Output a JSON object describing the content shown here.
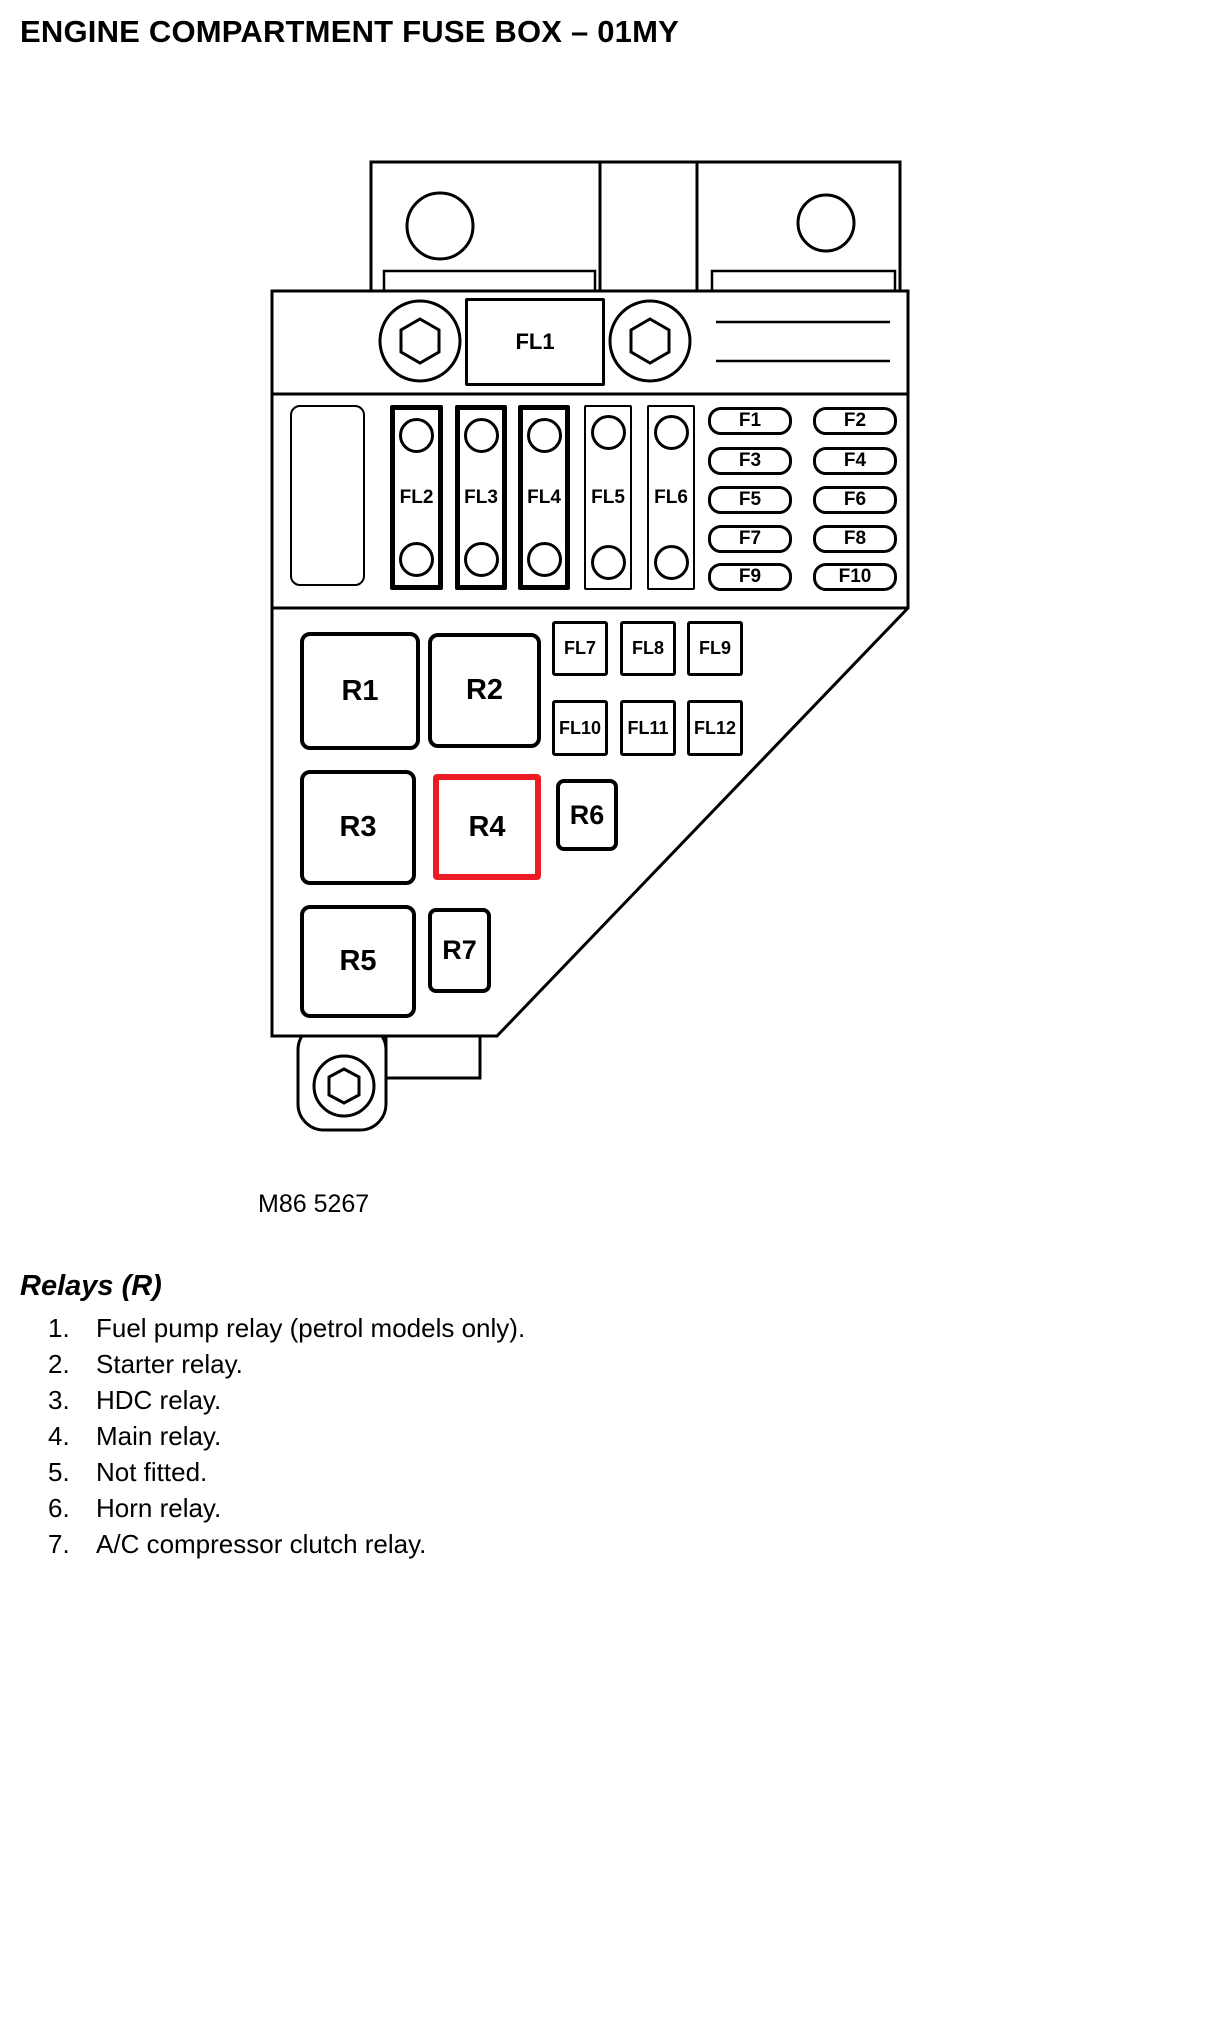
{
  "title": "ENGINE COMPARTMENT FUSE BOX – 01MY",
  "caption": "M86 5267",
  "colors": {
    "highlight": "#ed1c24",
    "line": "#000000"
  },
  "diagram": {
    "fl1": "FL1",
    "fl_columns": [
      "FL2",
      "FL3",
      "FL4",
      "FL5",
      "FL6"
    ],
    "fuses": [
      "F1",
      "F2",
      "F3",
      "F4",
      "F5",
      "F6",
      "F7",
      "F8",
      "F9",
      "F10"
    ],
    "fl_small": [
      "FL7",
      "FL8",
      "FL9",
      "FL10",
      "FL11",
      "FL12"
    ],
    "relays": [
      "R1",
      "R2",
      "R3",
      "R4",
      "R5",
      "R6",
      "R7"
    ]
  },
  "legend": {
    "heading": "Relays (R)",
    "items": [
      {
        "num": "1.",
        "text": "Fuel pump relay (petrol models only)."
      },
      {
        "num": "2.",
        "text": "Starter relay."
      },
      {
        "num": "3.",
        "text": "HDC relay."
      },
      {
        "num": "4.",
        "text": "Main relay."
      },
      {
        "num": "5.",
        "text": "Not fitted."
      },
      {
        "num": "6.",
        "text": "Horn relay."
      },
      {
        "num": "7.",
        "text": "A/C compressor clutch relay."
      }
    ]
  }
}
